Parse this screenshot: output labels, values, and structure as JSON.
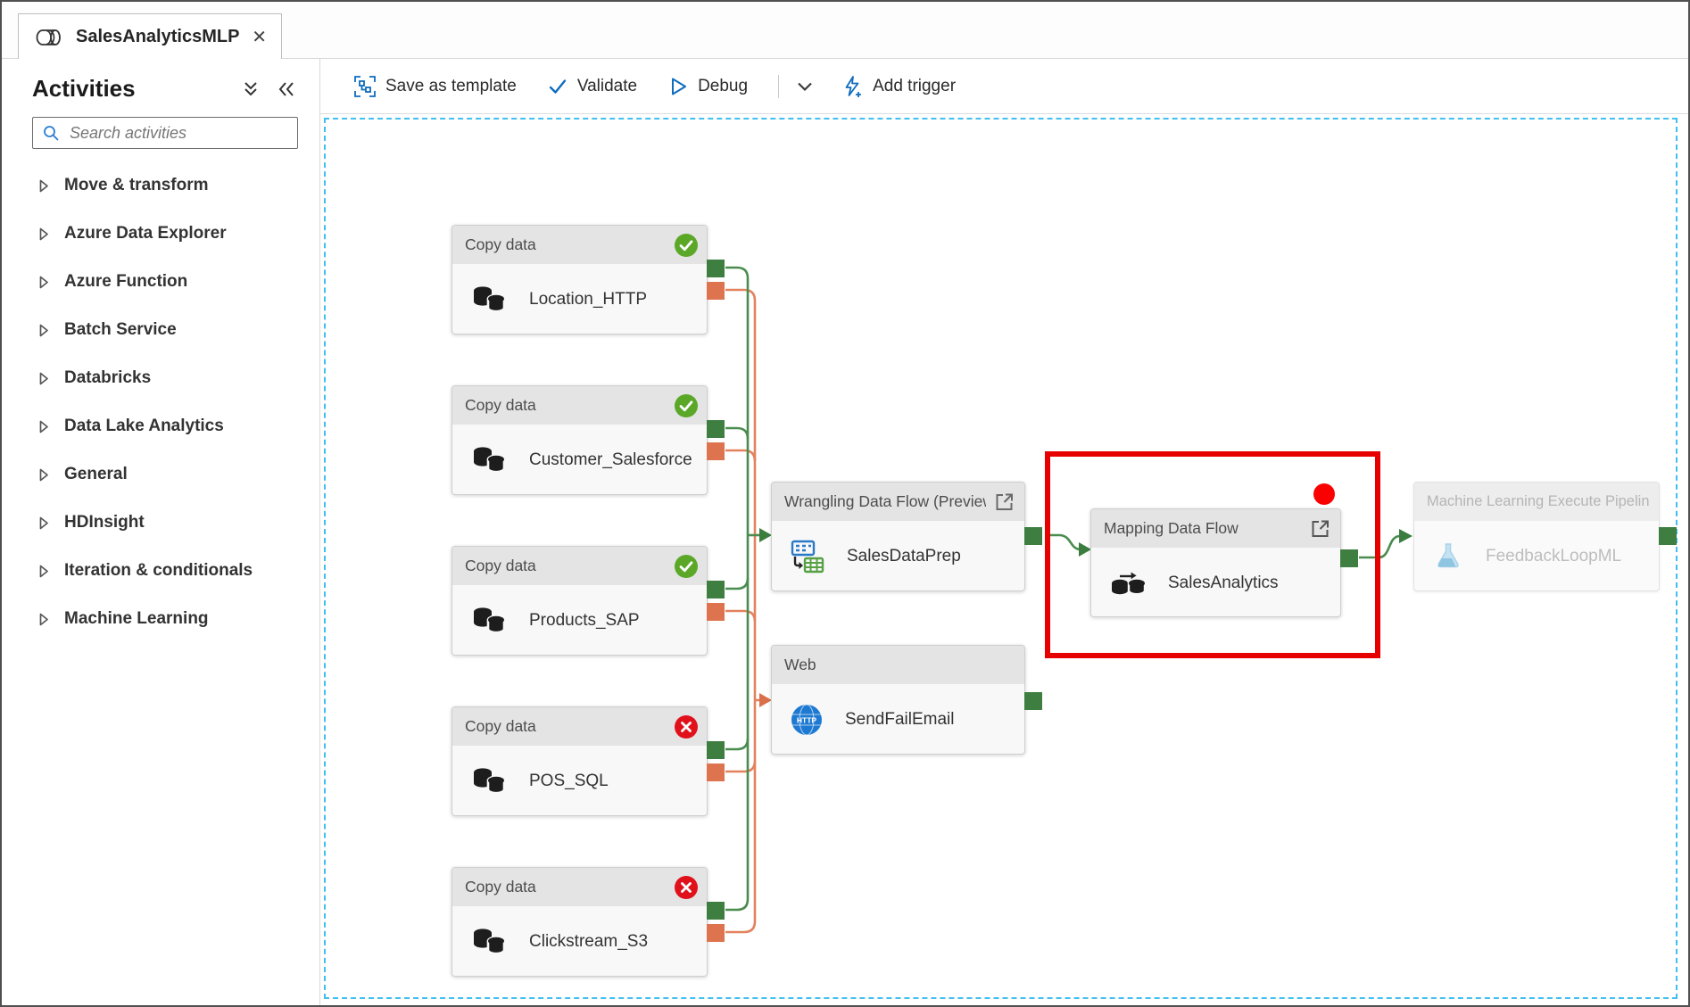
{
  "tab": {
    "title": "SalesAnalyticsMLPip...",
    "close_glyph": "✕"
  },
  "sidebar": {
    "title": "Activities",
    "search": {
      "placeholder": "Search activities"
    },
    "items": [
      {
        "label": "Move & transform"
      },
      {
        "label": "Azure Data Explorer"
      },
      {
        "label": "Azure Function"
      },
      {
        "label": "Batch Service"
      },
      {
        "label": "Databricks"
      },
      {
        "label": "Data Lake Analytics"
      },
      {
        "label": "General"
      },
      {
        "label": "HDInsight"
      },
      {
        "label": "Iteration & conditionals"
      },
      {
        "label": "Machine Learning"
      }
    ]
  },
  "toolbar": {
    "save_as_template": "Save as template",
    "validate": "Validate",
    "debug": "Debug",
    "add_trigger": "Add trigger"
  },
  "canvas": {
    "nodes": [
      {
        "type_label": "Copy data",
        "name": "Location_HTTP",
        "status": "success"
      },
      {
        "type_label": "Copy data",
        "name": "Customer_Salesforce",
        "status": "success"
      },
      {
        "type_label": "Copy data",
        "name": "Products_SAP",
        "status": "success"
      },
      {
        "type_label": "Copy data",
        "name": "POS_SQL",
        "status": "failed"
      },
      {
        "type_label": "Copy data",
        "name": "Clickstream_S3",
        "status": "failed"
      },
      {
        "type_label": "Wrangling Data Flow (Preview",
        "name": "SalesDataPrep"
      },
      {
        "type_label": "Web",
        "name": "SendFailEmail",
        "icon_text": "HTTP"
      },
      {
        "type_label": "Mapping Data Flow",
        "name": "SalesAnalytics"
      },
      {
        "type_label": "Machine Learning Execute Pipeline",
        "name": "FeedbackLoopML",
        "disabled": true
      }
    ]
  },
  "colors": {
    "accent_blue": "#0f6cbd",
    "badge_success": "#5ba829",
    "badge_error": "#e1111c",
    "wire_success": "#4a8c4e",
    "wire_failure": "#e2825e",
    "port_success": "#3e7e41",
    "port_failure": "#dd734f",
    "highlight_red": "#e60000",
    "breakpoint_red": "#fb0000",
    "canvas_dash_blue": "#41c0f0"
  }
}
